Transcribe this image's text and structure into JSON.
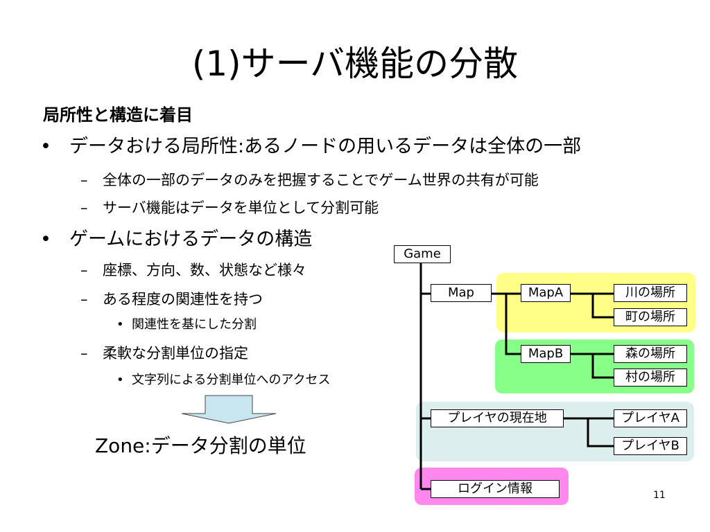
{
  "slide": {
    "title": "(1)サーバ機能の分散",
    "subheading": "局所性と構造に着目",
    "page_number": "11"
  },
  "bullets": [
    {
      "level": 1,
      "marker": "•",
      "text": "データおける局所性:あるノードの用いるデータは全体の一部"
    },
    {
      "level": 2,
      "marker": "–",
      "text": "全体の一部のデータのみを把握することでゲーム世界の共有が可能"
    },
    {
      "level": 2,
      "marker": "–",
      "text": "サーバ機能はデータを単位として分割可能"
    },
    {
      "level": 1,
      "marker": "•",
      "text": "ゲームにおけるデータの構造"
    },
    {
      "level": 2,
      "marker": "–",
      "text": "座標、方向、数、状態など様々"
    },
    {
      "level": 2,
      "marker": "–",
      "text": "ある程度の関連性を持つ"
    },
    {
      "level": 3,
      "marker": "•",
      "text": "関連性を基にした分割"
    },
    {
      "level": 2,
      "marker": "–",
      "text": "柔軟な分割単位の指定"
    },
    {
      "level": 3,
      "marker": "•",
      "text": "文字列による分割単位へのアクセス"
    }
  ],
  "zone_label": "Zone:データ分割の単位",
  "diagram": {
    "nodes": {
      "game": "Game",
      "map": "Map",
      "map_a": "MapA",
      "river": "川の場所",
      "town": "町の場所",
      "map_b": "MapB",
      "forest": "森の場所",
      "village": "村の場所",
      "player_location": "プレイヤの現在地",
      "player_a": "プレイヤA",
      "player_b": "プレイヤB",
      "login_info": "ログイン情報"
    },
    "colors": {
      "map_a_group": "#ffff88",
      "map_b_group": "#88ff88",
      "player_group": "#ddeeee",
      "login_group": "#ff88ee",
      "arrow_fill": "#c8e6f0"
    }
  }
}
